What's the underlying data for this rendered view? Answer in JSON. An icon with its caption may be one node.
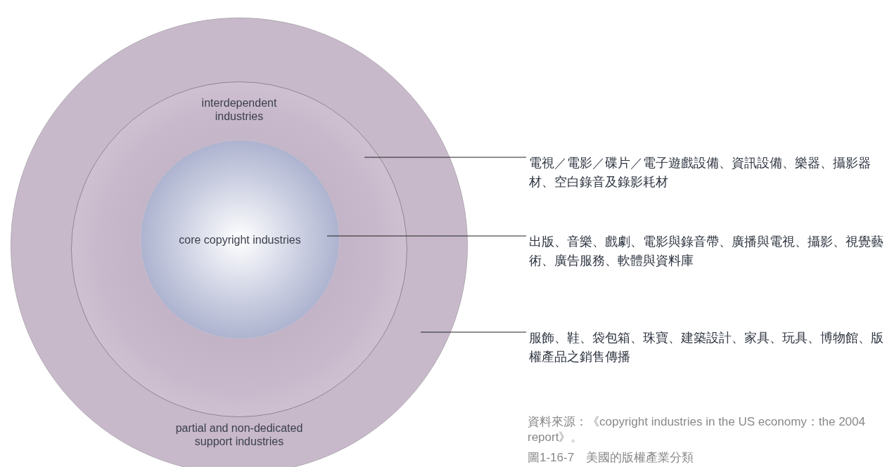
{
  "diagram": {
    "caption": "圖1-16-7　美國的版權產業分類",
    "nodes": [
      {
        "text": [
          "partial and non-dedicated support industries"
        ]
      },
      {
        "text": [
          "interdependent industries"
        ],
        "in": 0
      },
      {
        "text": [
          "core copyright industries"
        ],
        "in": 1
      },
      {
        "text": [
          "電視／電影／碟片／電子遊戲設備、資訊設備、樂器、攝影器材、空白錄音及錄影耗材"
        ]
      },
      {
        "text": [
          "出版、音樂、戲劇、電影與錄音帶、廣播與電視、攝影、視覺藝術、廣告服務、軟體與資料庫"
        ]
      },
      {
        "text": [
          "服飾、鞋、袋包箱、珠寶、建築設計、家具、玩具、博物館、版權產品之銷售傳播"
        ]
      }
    ],
    "edges": [
      {
        "from": 3,
        "to": 1,
        "arrow": "none"
      },
      {
        "from": 4,
        "to": 2,
        "arrow": "none"
      },
      {
        "from": 5,
        "to": 0,
        "arrow": "none"
      }
    ],
    "labels": [
      "資料來源：《copyright industries in the US economy：the 2004 report》。"
    ]
  }
}
